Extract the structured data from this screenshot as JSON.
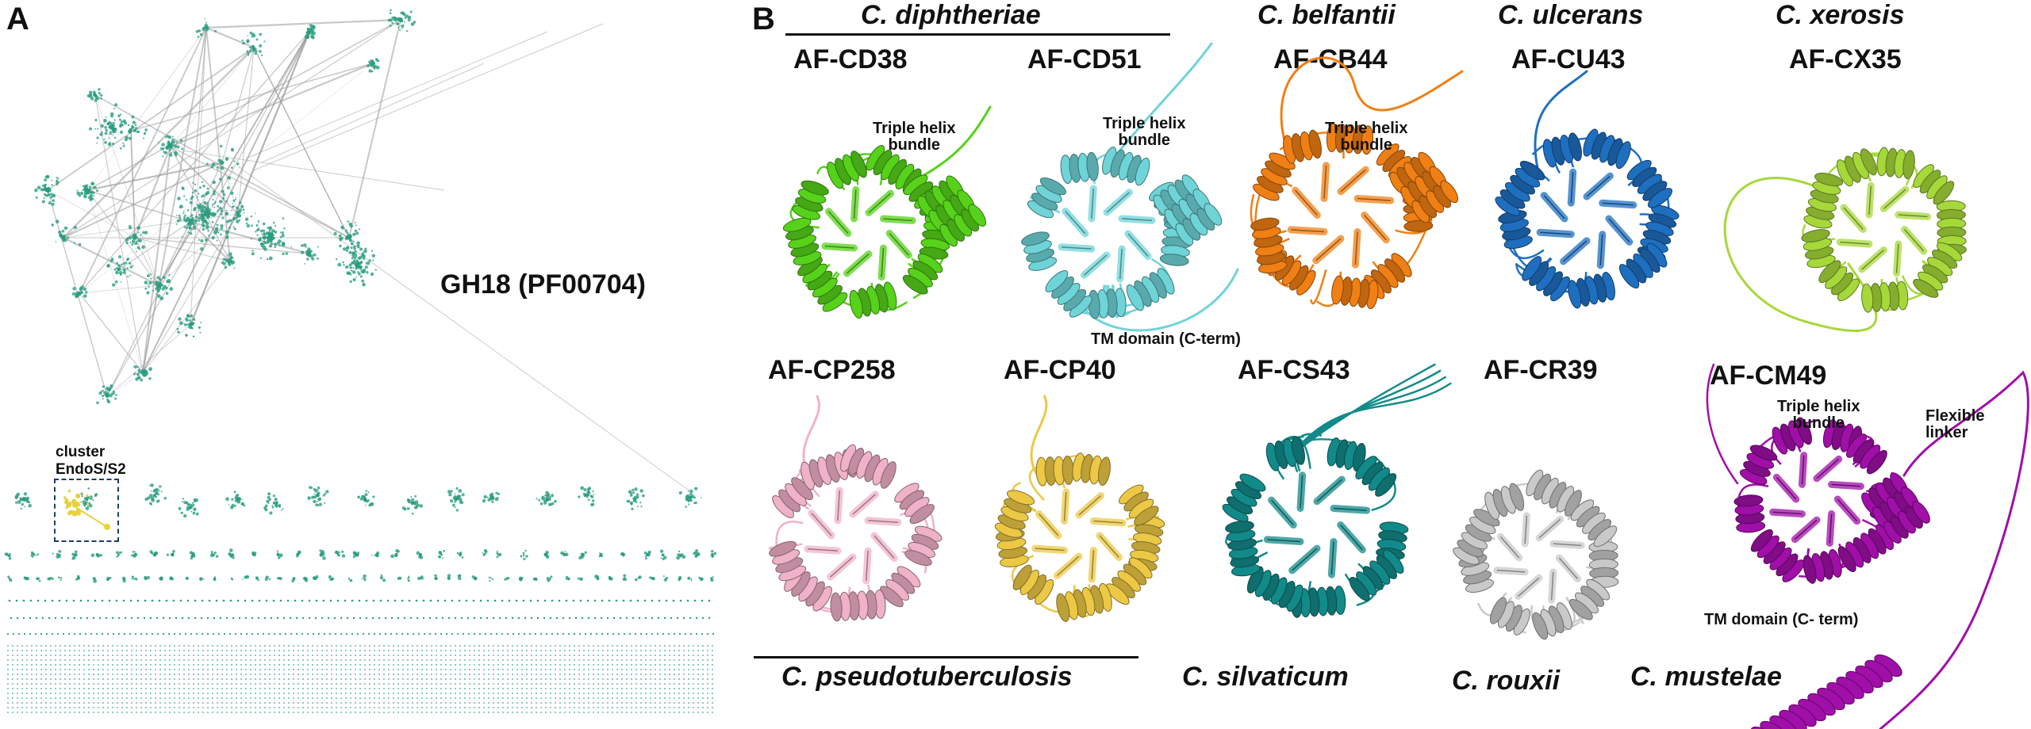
{
  "panels": {
    "a_label": "A",
    "b_label": "B"
  },
  "network": {
    "family_label": "GH18 (PF00704)",
    "cluster_label_line1": "cluster",
    "cluster_label_line2": "EndoS/S2",
    "node_color": "#2a9d7f",
    "edge_color": "#9a9a9a",
    "highlight_color": "#e8d23a"
  },
  "species": {
    "diphtheriae": "C. diphtheriae",
    "belfantii": "C. belfantii",
    "ulcerans": "C. ulcerans",
    "xerosis": "C. xerosis",
    "pseudotuberculosis": "C. pseudotuberculosis",
    "silvaticum": "C. silvaticum",
    "rouxii": "C. rouxii",
    "mustelae": "C. mustelae"
  },
  "structures": [
    {
      "id": "AF-CD38",
      "color": "#56d21a"
    },
    {
      "id": "AF-CD51",
      "color": "#6fd4d8"
    },
    {
      "id": "AF-CB44",
      "color": "#f07f14"
    },
    {
      "id": "AF-CU43",
      "color": "#1f6fc0"
    },
    {
      "id": "AF-CX35",
      "color": "#a6d83a"
    },
    {
      "id": "AF-CP258",
      "color": "#f0b2c8"
    },
    {
      "id": "AF-CP40",
      "color": "#ecc845"
    },
    {
      "id": "AF-CS43",
      "color": "#138a8a"
    },
    {
      "id": "AF-CR39",
      "color": "#c9c9c9"
    },
    {
      "id": "AF-CM49",
      "color": "#a00fa8"
    }
  ],
  "annotations": {
    "triple_helix": "Triple helix",
    "bundle": "bundle",
    "tm_domain": "TM domain (C-term)",
    "tm_domain_cm49": "TM domain (C- term)",
    "flexible": "Flexible",
    "linker": "linker"
  }
}
